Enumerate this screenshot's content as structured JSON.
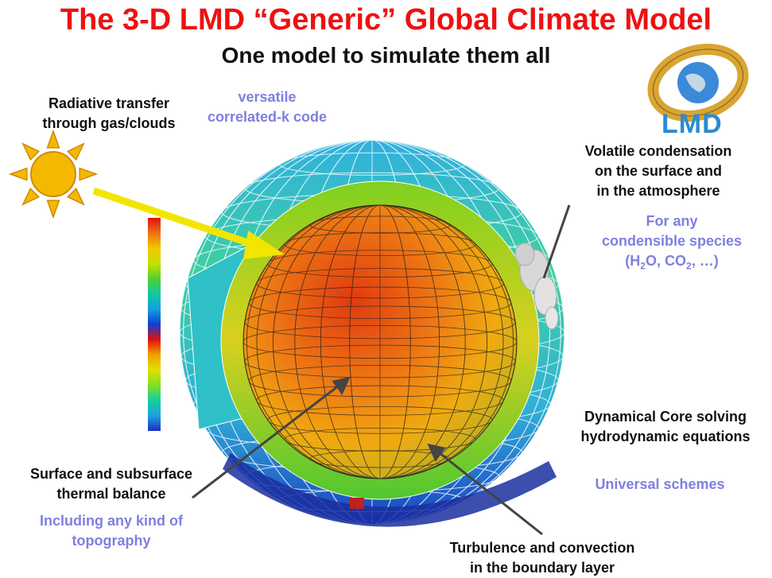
{
  "title": "The 3-D LMD “Generic” Global Climate Model",
  "subtitle": "One model to simulate them all",
  "logo": {
    "text": "LMD",
    "ring_color": "#d9a534",
    "text_color": "#2a8bd4"
  },
  "labels": {
    "radiative": [
      "Radiative transfer",
      "through gas/clouds"
    ],
    "versatile": [
      "versatile",
      "correlated-k code"
    ],
    "volatile": [
      "Volatile condensation",
      "on the surface and",
      "in the atmosphere"
    ],
    "condensible": [
      "For any",
      "condensible species"
    ],
    "condensible_species": {
      "open": "(H",
      "h2o_sub": "2",
      "mid": "O, CO",
      "co2_sub": "2",
      "close": ", …)"
    },
    "dynamical": [
      "Dynamical Core solving",
      "hydrodynamic equations"
    ],
    "universal": "Universal schemes",
    "surface": [
      "Surface and subsurface",
      "thermal balance"
    ],
    "topography": [
      "Including any kind of",
      "topography"
    ],
    "turbulence": [
      "Turbulence and convection",
      "in the boundary layer"
    ]
  },
  "colors": {
    "title": "#ee1111",
    "accent_text": "#7f7fe0",
    "sun": "#f5b800",
    "arrow": "#f2e600"
  },
  "colorbar": [
    "#e01010",
    "#f07010",
    "#f0c800",
    "#c8e000",
    "#50d030",
    "#10c8a0",
    "#10a0e0",
    "#1040d0",
    "#e01010",
    "#f0a000",
    "#e0e000",
    "#80e020",
    "#10d0a0",
    "#20a0e0",
    "#1830c0"
  ]
}
